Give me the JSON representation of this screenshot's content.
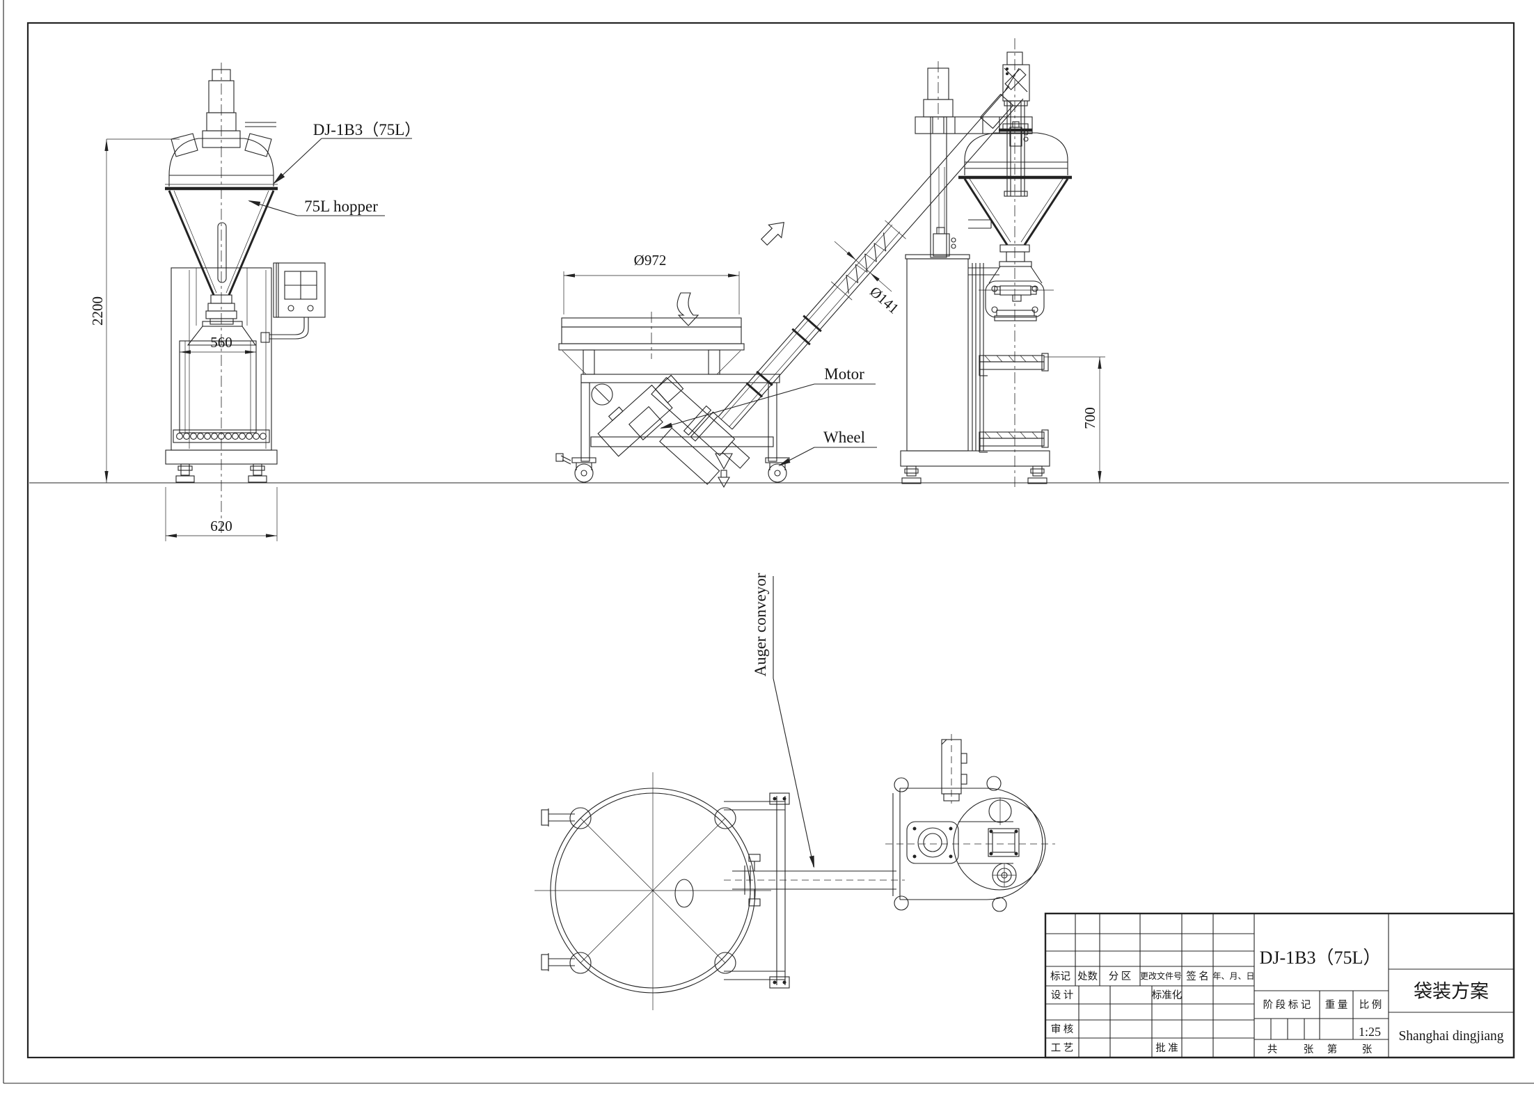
{
  "labels": {
    "model": "DJ-1B3（75L）",
    "hopper": "75L hopper",
    "motor": "Motor",
    "wheel": "Wheel",
    "auger": "Auger conveyor"
  },
  "dims": {
    "total_height": "2200",
    "body_width": "560",
    "base_width": "620",
    "pan_dia": "Ø972",
    "tube_dia": "Ø141",
    "platform_height": "700"
  },
  "title_block": {
    "model": "DJ-1B3（75L）",
    "product": "袋装方案",
    "company": "Shanghai dingjiang",
    "scale": "1:25",
    "headers": [
      "标记",
      "处数",
      "分 区",
      "更改文件号",
      "签 名",
      "年、月、日"
    ],
    "design": "设 计",
    "standardize": "标准化",
    "check": "审 核",
    "process": "工 艺",
    "approve": "批 准",
    "stage": "阶 段 标 记",
    "weight": "重 量",
    "scale_label": "比 例",
    "sheet": [
      "共",
      "张",
      "第",
      "张"
    ]
  }
}
